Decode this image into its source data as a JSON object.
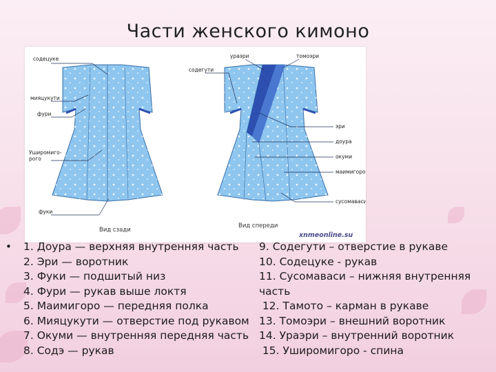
{
  "title": "Части женского кимоно",
  "diagram": {
    "back_labels": [
      "содецуке",
      "мияцукути",
      "фури",
      "Уширомиго-\nрого",
      "фуки"
    ],
    "front_labels": [
      "содегути",
      "ураэри",
      "томоэри",
      "эри",
      "доура",
      "окуми",
      "маимигоро",
      "сусомаваси"
    ],
    "caption_back": "Вид сзади",
    "caption_front": "Вид спереди",
    "watermark": "xnmeonline.su"
  },
  "legend": {
    "bullet": "•",
    "left": [
      "1. Доура — верхняя внутренняя часть",
      "2. Эри — воротник",
      "3. Фуки — подшитый низ",
      "4. Фури — рукав выше локтя",
      "5. Маимигоро — передняя полка",
      "6. Мияцукути — отверстие под рукавом",
      "7. Окуми — внутренняя передняя часть",
      "8. Содэ — рукав"
    ],
    "right": [
      "9. Содегути – отверстие в рукаве",
      "10. Содецуке - рукав",
      "11. Сусомаваси – нижняя внутренняя",
      "часть",
      " 12. Тамото – карман в рукаве",
      "13. Томоэри – внешний воротник",
      "14. Ураэри – внутренний воротник",
      " 15. Уширомигоро - спина"
    ]
  },
  "colors": {
    "kimono_fill": "#8ec6ef",
    "kimono_stroke": "#3a6fa8",
    "collar_dark": "#2c4fb0",
    "collar_mid": "#4a78d0",
    "leader": "#1e2f5a"
  }
}
